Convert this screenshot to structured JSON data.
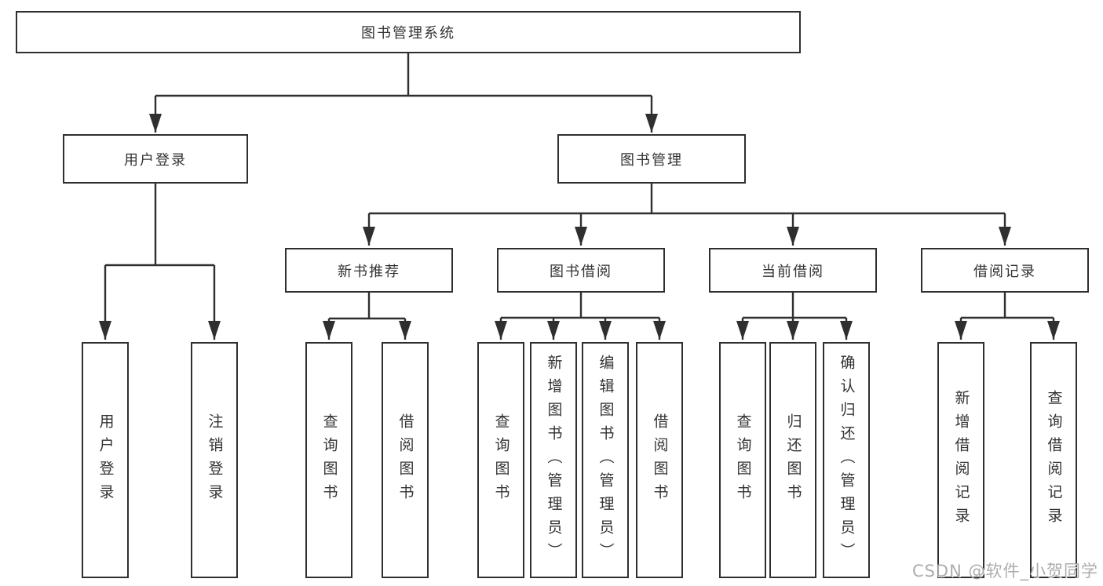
{
  "nodes": {
    "root": "图书管理系统",
    "user_login": "用户登录",
    "book_mgmt": "图书管理",
    "new_book_rec": "新书推荐",
    "book_borrow": "图书借阅",
    "current_borrow": "当前借阅",
    "borrow_records": "借阅记录",
    "leaf_user_login": "用户登录",
    "leaf_logout": "注销登录",
    "rec_query_books": "查询图书",
    "rec_borrow_books": "借阅图书",
    "bb_query_books": "查询图书",
    "bb_add_books": "新增图书（管理员）",
    "bb_edit_books": "编辑图书（管理员）",
    "bb_borrow_books": "借阅图书",
    "cb_query_books": "查询图书",
    "cb_return_books": "归还图书",
    "cb_confirm_return": "确认归还（管理员）",
    "br_add_record": "新增借阅记录",
    "br_query_record": "查询借阅记录"
  },
  "watermark": "CSDN @软件_小贺同学",
  "colors": {
    "line": "#2f2f2f",
    "box_border": "#2f2f2f",
    "text": "#333333",
    "background": "#ffffff",
    "watermark": "#9e9e9e"
  }
}
